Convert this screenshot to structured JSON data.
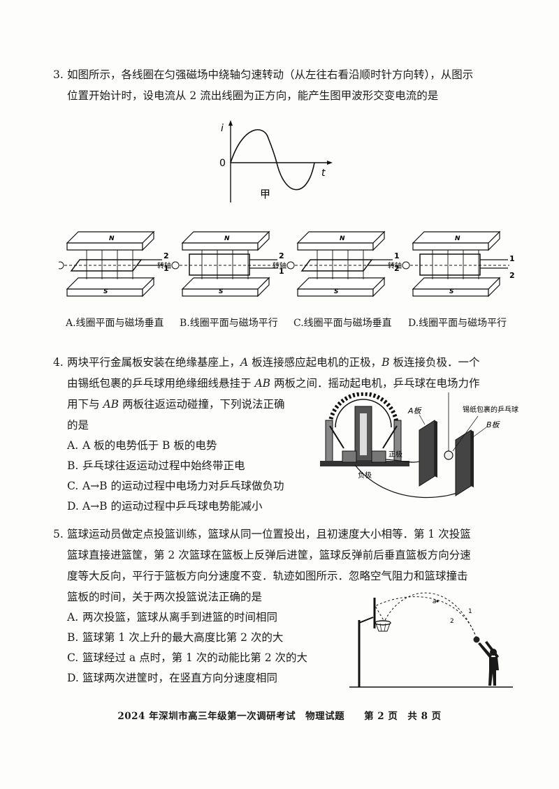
{
  "q3": {
    "number": "3.",
    "line1": "如图所示，各线圈在匀强磁场中绕轴匀速转动（从左往右看沿顺时针方向转），从图示",
    "line2": "位置开始计时，设电流从 2 流出线圈为正方向，能产生图甲波形交变电流的是",
    "graph": {
      "y_label": "i",
      "x_label": "t",
      "origin_label": "0",
      "caption": "甲"
    },
    "diagram_labels": {
      "north": "N",
      "south": "S",
      "axis": "转轴",
      "t1": "1",
      "t2": "2"
    },
    "options": [
      "A.线圈平面与磁场垂直",
      "B.线圈平面与磁场平行",
      "C.线圈平面与磁场垂直",
      "D.线圈平面与磁场平行"
    ]
  },
  "q4": {
    "number": "4.",
    "line1a": "两块平行金属板安装在绝缘基座上，",
    "line1b": "A",
    "line1c": " 板连接感应起电机的正极，",
    "line1d": "B",
    "line1e": " 板连接负极．一个",
    "line2a": "由锡纸包裹的乒乓球用绝缘细线悬挂于 ",
    "line2b": "AB",
    "line2c": " 两板之间．摇动起电机，乒乓球在电场力作",
    "line3a": "用下与 ",
    "line3b": "AB",
    "line3c": " 两板往返运动碰撞，下列说法正确",
    "line4": "的是",
    "options": [
      {
        "label": "A.",
        "text": "A 板的电势低于 B 板的电势"
      },
      {
        "label": "B.",
        "text": "乒乓球往返运动过程中始终带正电"
      },
      {
        "label": "C.",
        "text": "A→B 的运动过程中电场力对乒乓球做负功"
      },
      {
        "label": "D.",
        "text": "A→B 的运动过程中乒乓球电势能减小"
      }
    ],
    "figure_labels": {
      "plate_a": "A板",
      "plate_b": "B板",
      "ball": "锡纸包裹的乒乓球",
      "positive": "正极",
      "negative": "负极"
    }
  },
  "q5": {
    "number": "5.",
    "line1": "篮球运动员做定点投篮训练，篮球从同一位置投出，且初速度大小相等．第 1 次投篮",
    "line2": "篮球直接进篮筐，第 2 次篮球在篮板上反弹后进筐，篮球反弹前后垂直篮板方向分速",
    "line3": "度等大反向，平行于篮板方向分速度不变．轨迹如图所示．忽略空气阻力和篮球撞击",
    "line4": "篮板的时间，关于两次投篮说法正确的是",
    "options": [
      {
        "label": "A.",
        "text": "两次投篮，篮球从离手到进篮的时间相同"
      },
      {
        "label": "B.",
        "text": "篮球第 1 次上升的最大高度比第 2 次的大"
      },
      {
        "label": "C.",
        "text": "篮球经过 a 点时，第 1 次的动能比第 2 次的大"
      },
      {
        "label": "D.",
        "text": "篮球两次进筐时，在竖直方向分速度相同"
      }
    ],
    "figure_labels": {
      "point_a": "a",
      "path1": "1",
      "path2": "2"
    }
  },
  "footer": "2024 年深圳市高三年级第一次调研考试　物理试题　　第 2 页　共 8 页"
}
